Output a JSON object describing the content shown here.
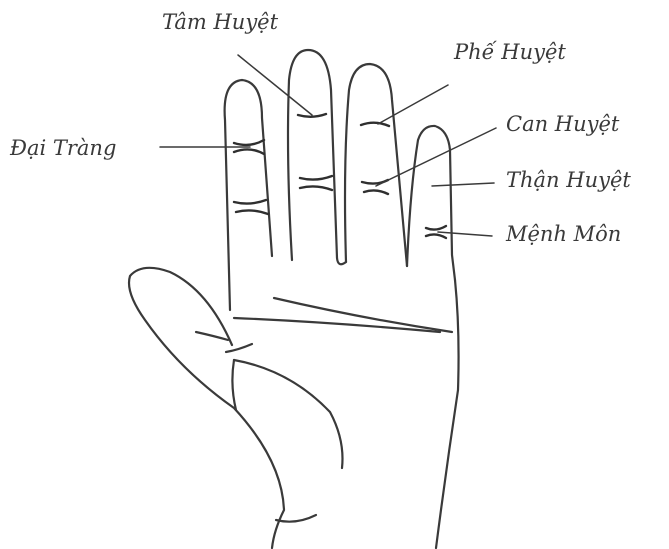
{
  "labels": {
    "tam_huyet": "Tâm Huyệt",
    "phe_huyet": "Phế Huyệt",
    "dai_trang": "Đại Tràng",
    "can_huyet": "Can Huyệt",
    "than_huyet": "Thận Huyệt",
    "menh_mon": "Mệnh Môn"
  },
  "colors": {
    "ink": "#3a3a3a",
    "background": "#ffffff"
  }
}
